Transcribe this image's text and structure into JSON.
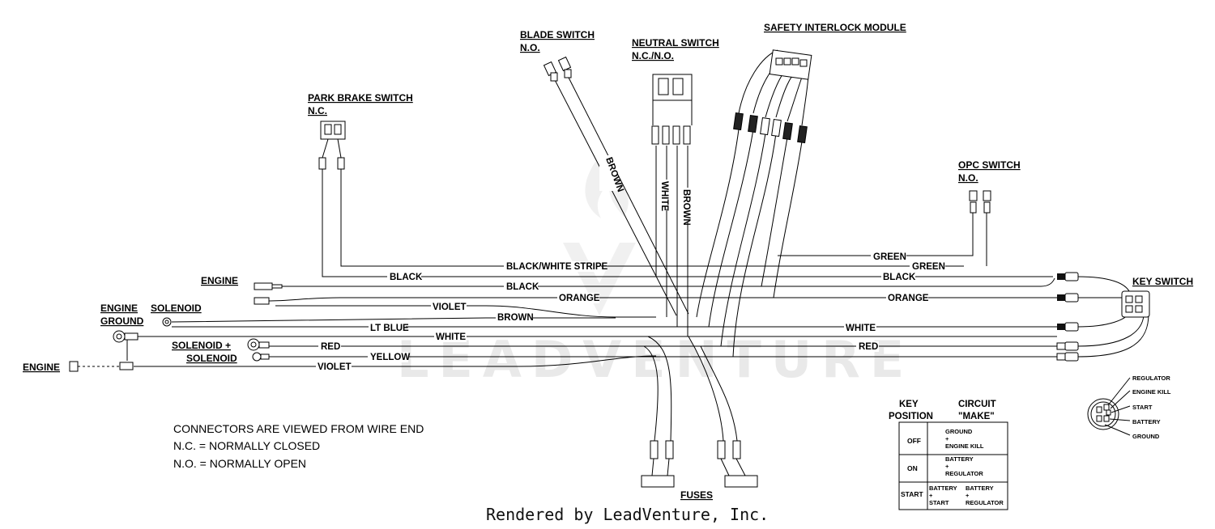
{
  "watermark": "LEADVENTURE",
  "footer": "Rendered by LeadVenture, Inc.",
  "components": {
    "blade_switch": [
      "BLADE SWITCH",
      "N.O."
    ],
    "neutral_switch": [
      "NEUTRAL SWITCH",
      "N.C./N.O."
    ],
    "safety_module": "SAFETY INTERLOCK MODULE",
    "park_brake": [
      "PARK BRAKE SWITCH",
      "N.C."
    ],
    "opc_switch": [
      "OPC SWITCH",
      "N.O."
    ],
    "key_switch": "KEY SWITCH",
    "engine_top": "ENGINE",
    "engine_ground": [
      "ENGINE",
      "GROUND"
    ],
    "solenoid": "SOLENOID",
    "solenoid_plus": [
      "SOLENOID +",
      "SOLENOID"
    ],
    "engine_left": "ENGINE",
    "fuses": "FUSES"
  },
  "wires": {
    "brown_blade": "BROWN",
    "white_neutral": "WHITE",
    "brown_neutral": "BROWN",
    "green1": "GREEN",
    "green2": "GREEN",
    "black_left": "BLACK",
    "black_white": "BLACK/WHITE STRIPE",
    "black_engine": "BLACK",
    "black_right": "BLACK",
    "orange_mid": "ORANGE",
    "orange_right": "ORANGE",
    "violet_mid": "VIOLET",
    "brown_mid": "BROWN",
    "lt_blue": "LT BLUE",
    "white_mid": "WHITE",
    "white_right": "WHITE",
    "red_left": "RED",
    "red_right": "RED",
    "yellow": "YELLOW",
    "violet_low": "VIOLET"
  },
  "notes": [
    "CONNECTORS ARE VIEWED FROM WIRE END",
    "N.C. =  NORMALLY CLOSED",
    "N.O. = NORMALLY OPEN"
  ],
  "key_table": {
    "header_left": [
      "KEY",
      "POSITION"
    ],
    "header_right": [
      "CIRCUIT",
      "\"MAKE\""
    ],
    "rows": [
      {
        "pos": "OFF",
        "lines": [
          "GROUND",
          "+",
          "ENGINE KILL"
        ]
      },
      {
        "pos": "ON",
        "lines": [
          "BATTERY",
          "+",
          "REGULATOR"
        ]
      },
      {
        "pos": "START",
        "left": [
          "BATTERY",
          "+",
          "START"
        ],
        "right": [
          "BATTERY",
          "+",
          "REGULATOR"
        ]
      }
    ]
  },
  "key_terminals": [
    "REGULATOR",
    "ENGINE KILL",
    "START",
    "BATTERY",
    "GROUND"
  ]
}
